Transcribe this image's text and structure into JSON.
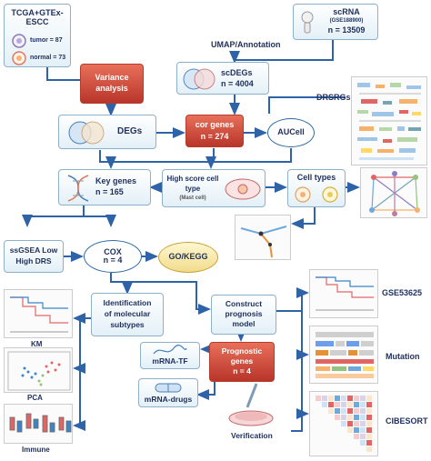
{
  "nodes": {
    "tcga": {
      "title": "TCGA+GTEx-",
      "subtitle": "ESCC",
      "tumor": "tumor = 87",
      "normal": "normal = 73"
    },
    "scrna": {
      "title": "scRNA",
      "accession": "(GSE188900)",
      "count": "n = 13509"
    },
    "umap_label": "UMAP/Annotation",
    "variance": {
      "line1": "Variance",
      "line2": "analysis"
    },
    "scdegs": {
      "title": "scDEGs",
      "count": "n = 4004"
    },
    "drsrgs_label": "DRSRGs",
    "degs": {
      "title": "DEGs"
    },
    "cor_genes": {
      "title": "cor genes",
      "count": "n = 274"
    },
    "aucell": {
      "title": "AUCell"
    },
    "key_genes": {
      "title": "Key genes",
      "count": "n = 165"
    },
    "high_score": {
      "line1": "High score cell",
      "line2": "type",
      "note": "(Mast cell)"
    },
    "cell_types": {
      "title": "Cell types"
    },
    "ssgsea": {
      "line1": "ssGSEA Low",
      "line2": "High DRS"
    },
    "cox": {
      "title": "COX",
      "count": "n = 4"
    },
    "gokegg": {
      "title": "GO/KEGG"
    },
    "identification": {
      "line1": "Identification",
      "line2": "of molecular",
      "line3": "subtypes"
    },
    "construct": {
      "line1": "Construct",
      "line2": "prognosis",
      "line3": "model"
    },
    "prognostic": {
      "line1": "Prognostic",
      "line2": "genes",
      "count": "n = 4"
    },
    "mrna_tf": {
      "title": "mRNA-TF"
    },
    "mrna_drugs": {
      "title": "mRNA-drugs"
    },
    "verification_label": "Verification",
    "left_labels": {
      "km": "KM",
      "pca": "PCA",
      "immune": "Immune"
    },
    "right_labels": {
      "gse": "GSE53625",
      "mutation": "Mutation",
      "cibersort": "CIBESORT"
    }
  },
  "colors": {
    "arrow": "#2e63a8",
    "red_box": "#c0392b",
    "text": "#1e2f5c",
    "box_border": "#8fb0c9"
  }
}
